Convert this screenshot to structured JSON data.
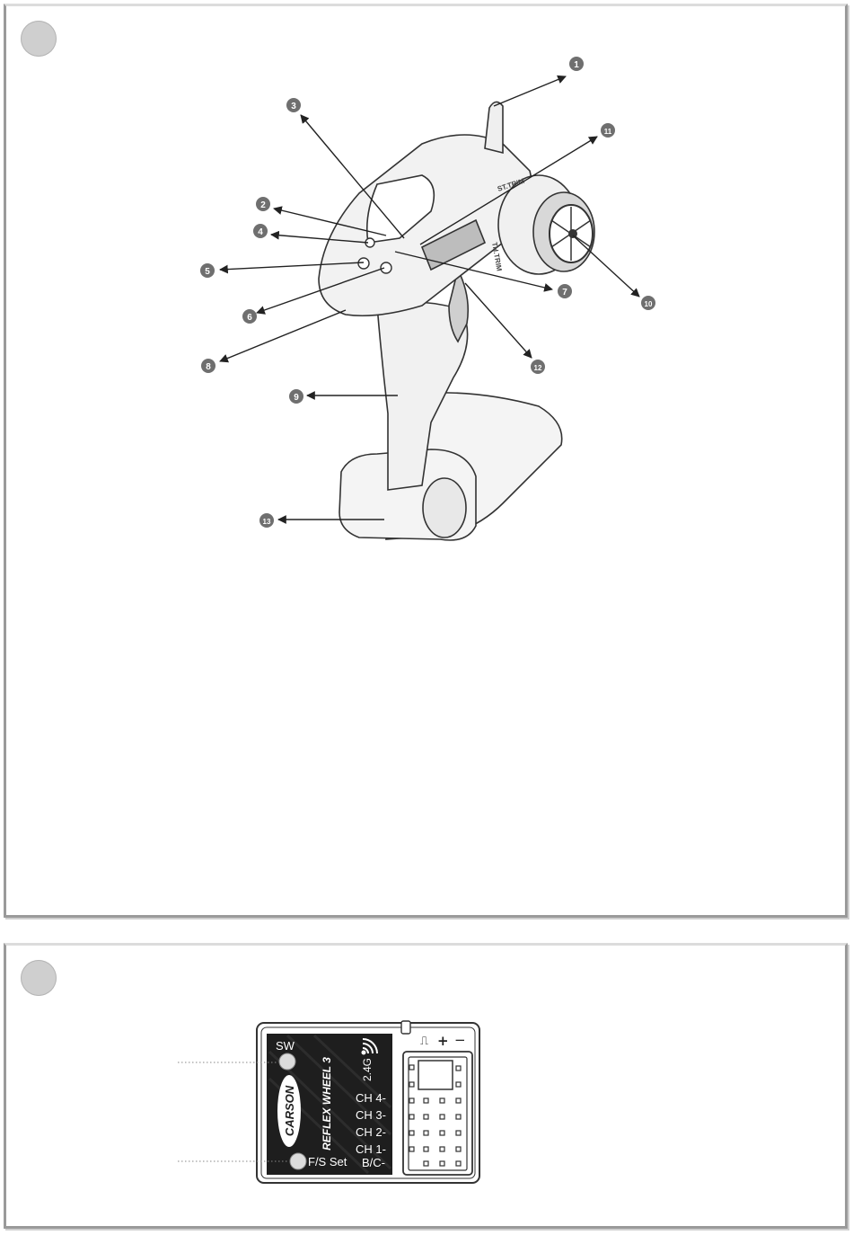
{
  "figure_a": {
    "callouts": [
      {
        "id": "1",
        "label": "1"
      },
      {
        "id": "2",
        "label": "2"
      },
      {
        "id": "3",
        "label": "3"
      },
      {
        "id": "4",
        "label": "4"
      },
      {
        "id": "5",
        "label": "5"
      },
      {
        "id": "6",
        "label": "6"
      },
      {
        "id": "7",
        "label": "7"
      },
      {
        "id": "8",
        "label": "8"
      },
      {
        "id": "9",
        "label": "9"
      },
      {
        "id": "10",
        "label": "10"
      },
      {
        "id": "11",
        "label": "11"
      },
      {
        "id": "12",
        "label": "12"
      },
      {
        "id": "13",
        "label": "13"
      }
    ],
    "wheel_text_st": "ST.TRIM",
    "wheel_text_th": "TH.TRIM"
  },
  "figure_b": {
    "sw_label": "SW",
    "fs_label": "F/S Set",
    "brand": "CARSON",
    "product": "REFLEX WHEEL 3",
    "band": "2.4G",
    "channels": [
      "CH 4-",
      "CH 3-",
      "CH 2-",
      "CH 1-"
    ],
    "bc_label": "B/C-",
    "signal_symbol": "⎍",
    "plus_symbol": "+",
    "minus_symbol": "−"
  },
  "colors": {
    "frame": "#9a9a9a",
    "badge": "#cfcfcf",
    "receiver_face": "#1e1e1e",
    "callout": "#6f6f6f"
  }
}
